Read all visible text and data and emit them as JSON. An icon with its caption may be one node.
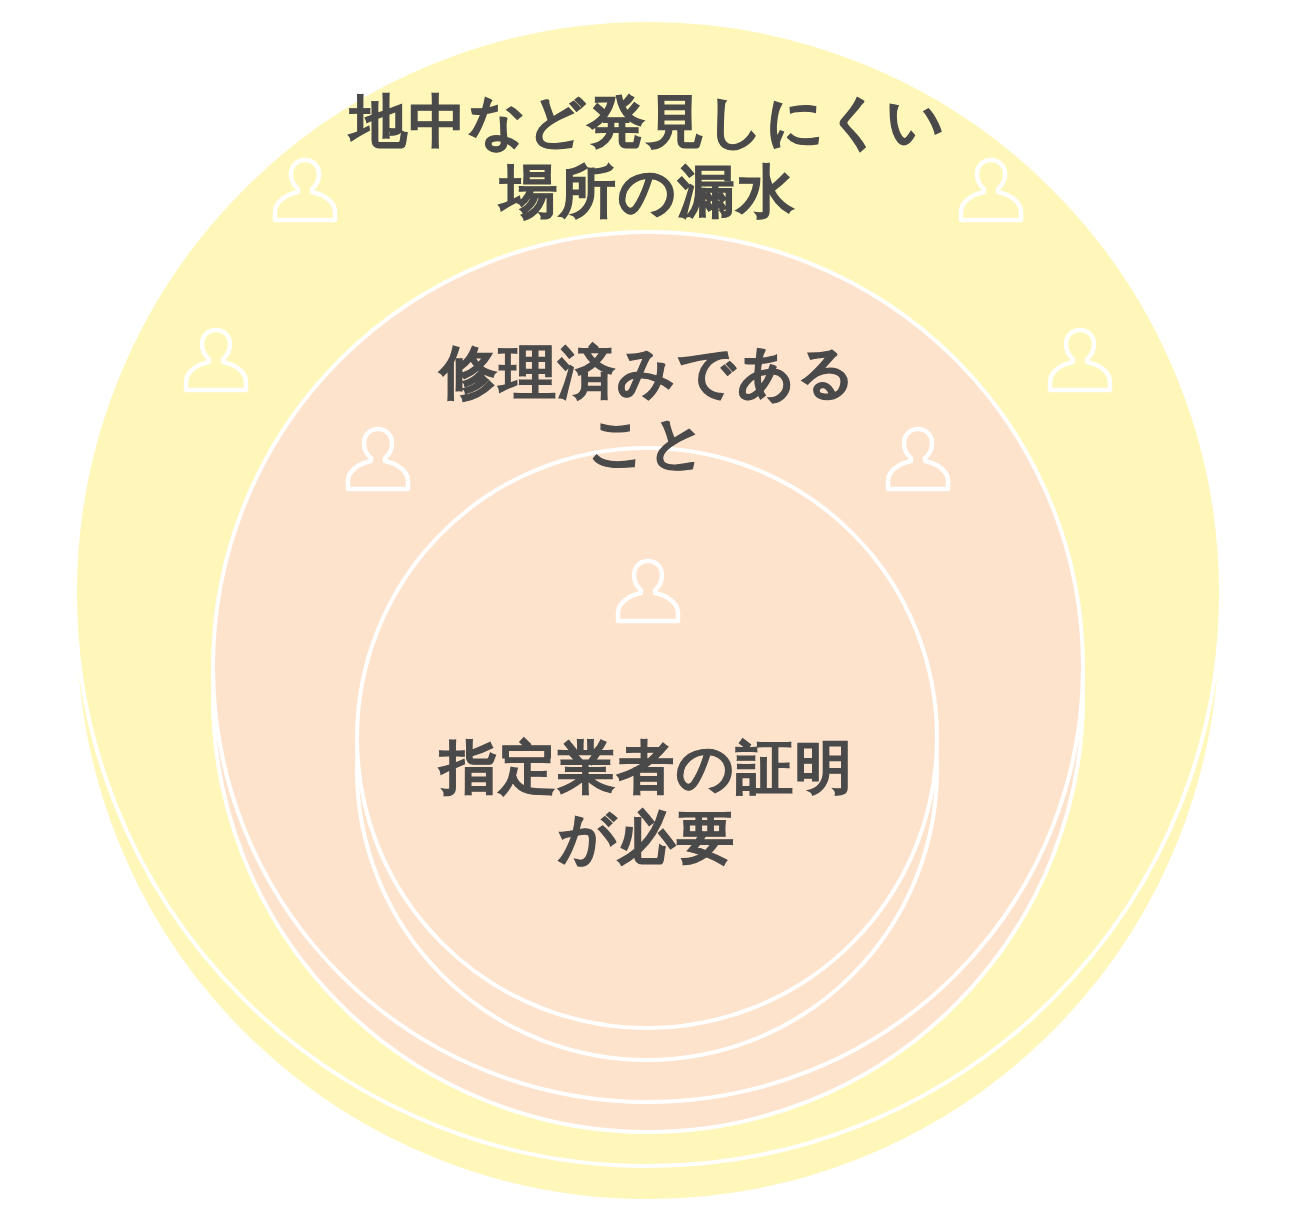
{
  "diagram": {
    "nodes": [
      {
        "text": [
          "地中など発見しにくい場所の漏水"
        ]
      },
      {
        "text": [
          "修理済みであること"
        ],
        "in": 0
      },
      {
        "text": [
          "指定業者の証明が必要"
        ],
        "in": 1
      }
    ]
  }
}
